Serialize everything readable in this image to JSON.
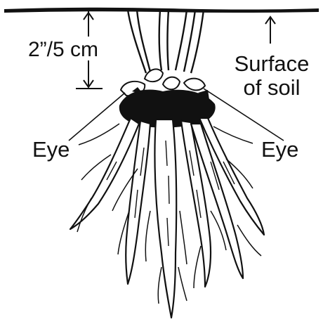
{
  "labels": {
    "depth": "2”/5 cm",
    "surface_line1": "Surface",
    "surface_line2": "of soil",
    "eye_left": "Eye",
    "eye_right": "Eye"
  },
  "colors": {
    "ink": "#111111",
    "background": "#ffffff"
  }
}
